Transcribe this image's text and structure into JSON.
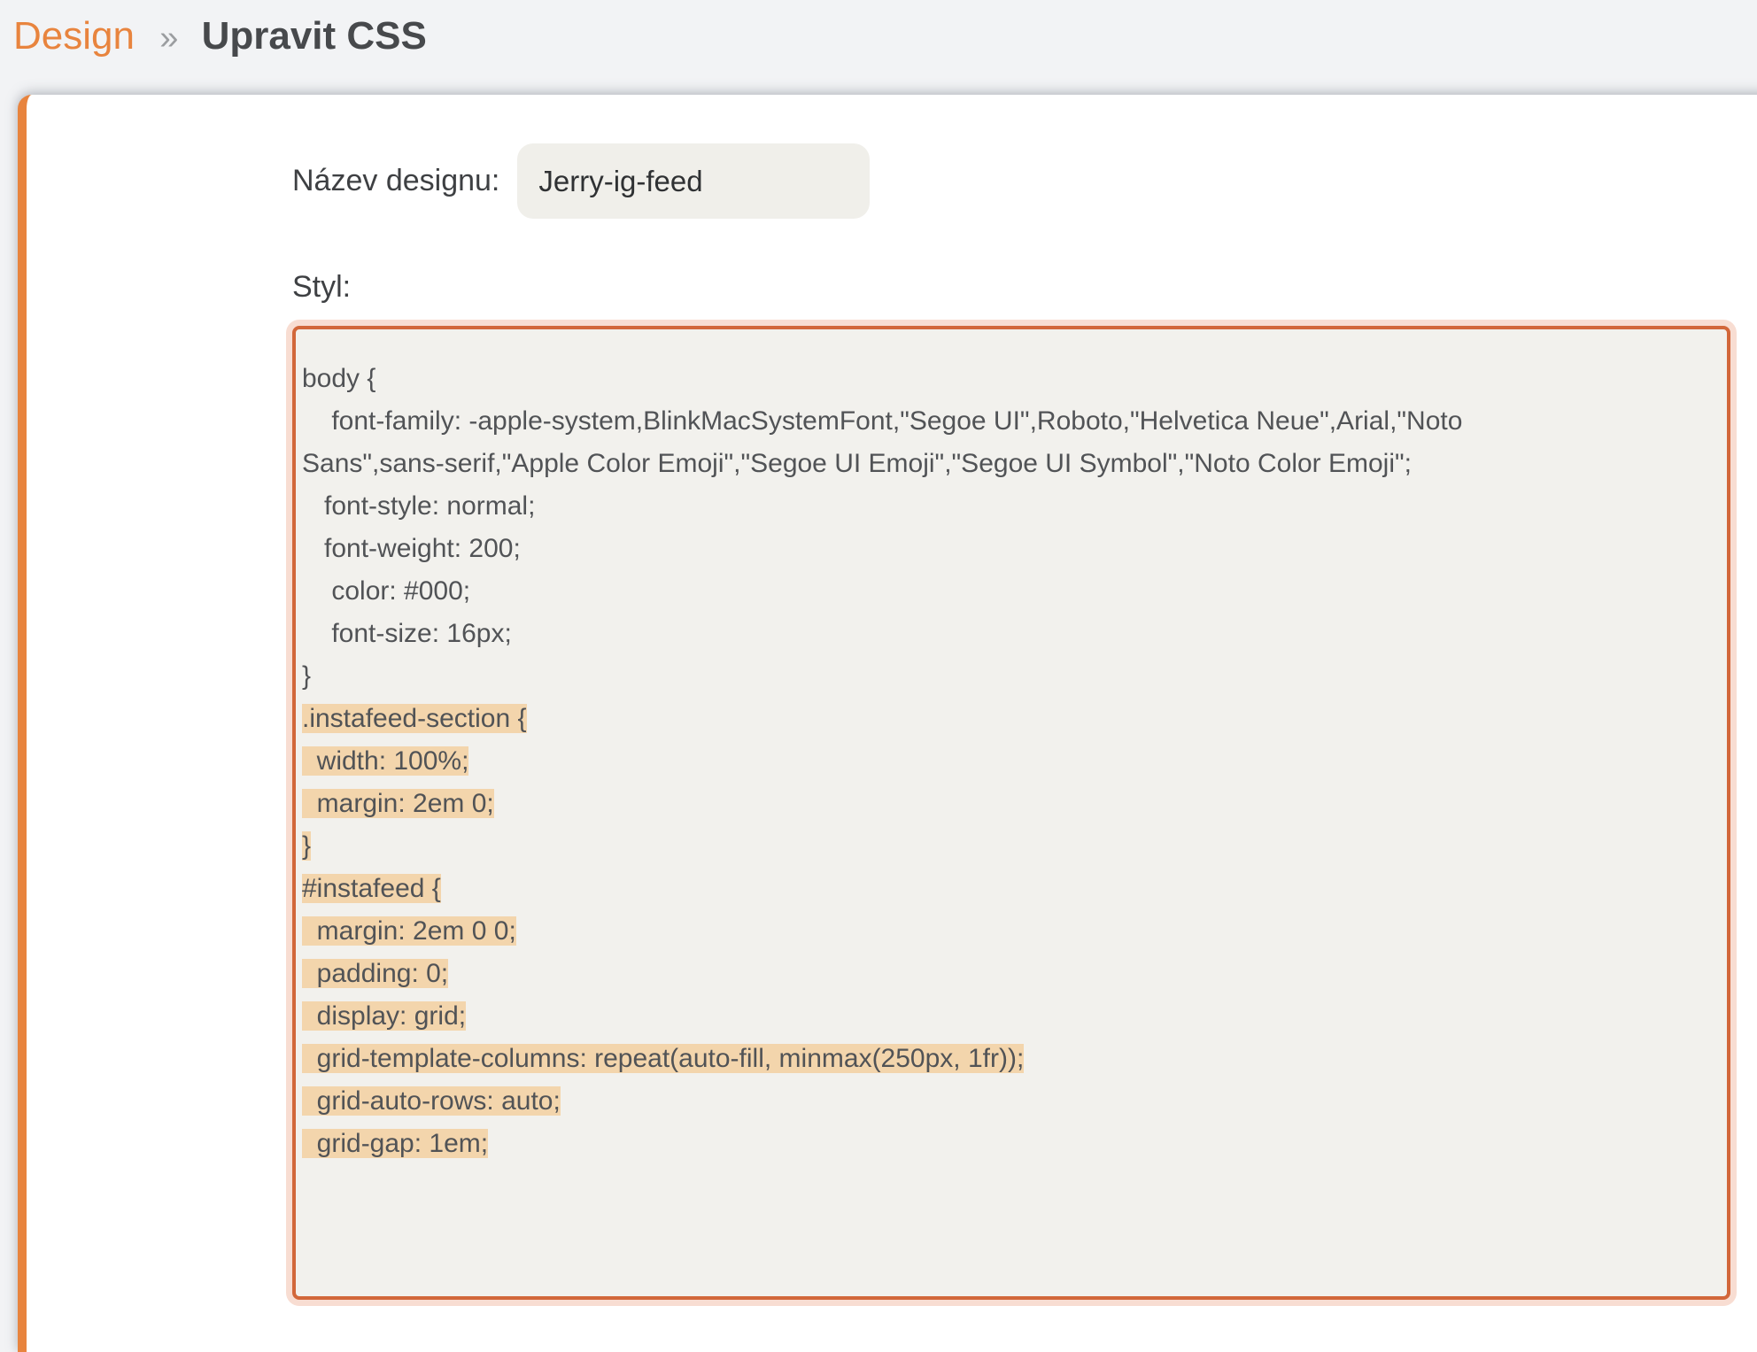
{
  "breadcrumb": {
    "section": "Design",
    "separator": "»",
    "page": "Upravit CSS"
  },
  "form": {
    "name_label": "Název designu:",
    "name_value": "Jerry-ig-feed",
    "style_label": "Styl:",
    "style_value_before_selection": "body {\n    font-family: -apple-system,BlinkMacSystemFont,\"Segoe UI\",Roboto,\"Helvetica Neue\",Arial,\"Noto\nSans\",sans-serif,\"Apple Color Emoji\",\"Segoe UI Emoji\",\"Segoe UI Symbol\",\"Noto Color Emoji\";\n   font-style: normal;\n   font-weight: 200;\n    color: #000;\n    font-size: 16px;\n}\n",
    "style_value_selection": ".instafeed-section {\n  width: 100%;\n  margin: 2em 0;\n}\n#instafeed {\n  margin: 2em 0 0;\n  padding: 0;\n  display: grid;\n  grid-template-columns: repeat(auto-fill, minmax(250px, 1fr));\n  grid-auto-rows: auto;\n  grid-gap: 1em;"
  },
  "colors": {
    "accent_orange": "#e8843e",
    "editor_border": "#d2673a",
    "selection_highlight": "#f3d5ac",
    "page_background": "#f2f3f5"
  }
}
